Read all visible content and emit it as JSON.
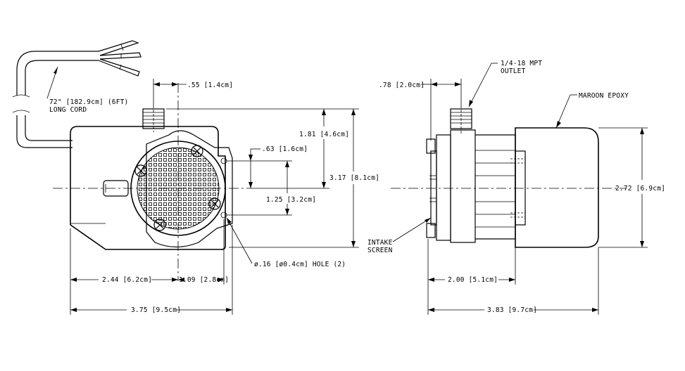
{
  "left_view": {
    "cord_label_line1": "72\" [182.9cm] (6FT)",
    "cord_label_line2": "LONG CORD",
    "dim_outlet_offset": ".55 [1.4cm]",
    "dim_outlet_height": "1.81 [4.6cm]",
    "dim_overall_height": "3.17 [8.1cm]",
    "dim_hole_top": ".63 [1.6cm]",
    "dim_hole_spacing": "1.25 [3.2cm]",
    "hole_note": "ø.16 [ø0.4cm] HOLE (2)",
    "dim_left_to_center": "2.44 [6.2cm]",
    "dim_center_to_hole": "1.09 [2.8cm]",
    "dim_overall_width": "3.75 [9.5cm]"
  },
  "right_view": {
    "outlet_label_line1": "1/4-18 MPT",
    "outlet_label_line2": "OUTLET",
    "dim_outlet_offset": ".78 [2.0cm]",
    "epoxy_label": "MAROON EPOXY",
    "dim_body_height": "2.72 [6.9cm]",
    "intake_label_line1": "INTAKE",
    "intake_label_line2": "SCREEN",
    "dim_base_to_body": "2.00 [5.1cm]",
    "dim_overall_length": "3.83 [9.7cm]"
  },
  "colors": {
    "line": "#000000",
    "background": "#ffffff"
  }
}
